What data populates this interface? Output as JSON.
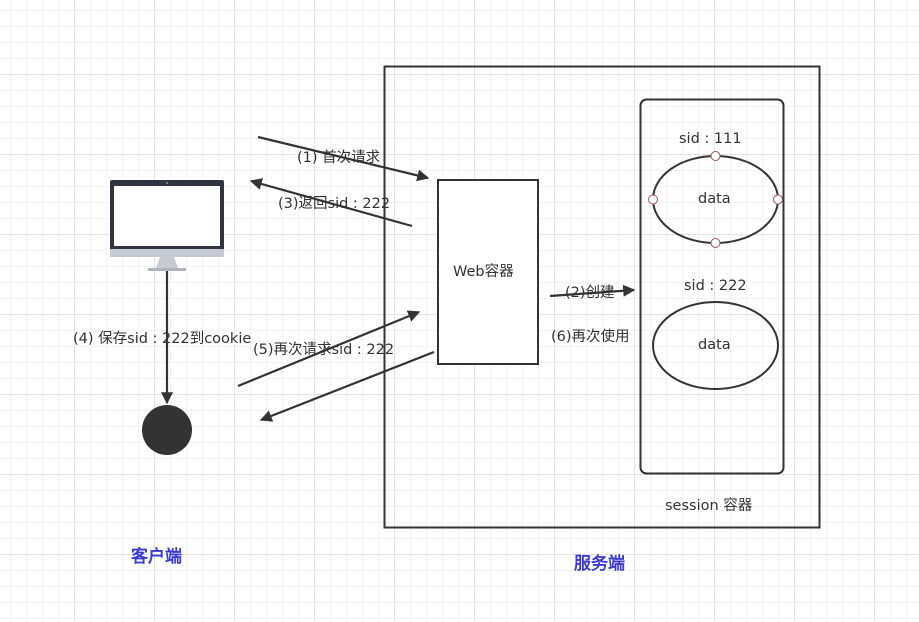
{
  "colors": {
    "stroke": "#333333",
    "title": "#3b3bd6",
    "handle_fill": "#ffffff",
    "handle_stroke": "#a0505a",
    "monitor_frame": "#2f3440",
    "monitor_stand": "#c6cbd3"
  },
  "icons": {
    "client_computer": "monitor-icon",
    "client_storage": "cookie-storage-dot-icon"
  },
  "labels": {
    "step1": "(1) 首次请求",
    "step3": "(3)返回sid : 222",
    "step4": "(4) 保存sid : 222到cookie",
    "step5": "(5)再次请求sid : 222",
    "step2": "(2)创建",
    "step6": "(6)再次使用"
  },
  "web_container": {
    "label": "Web容器"
  },
  "session_container": {
    "label": "session 容器",
    "sessions": [
      {
        "sid_label": "sid : 111",
        "data_label": "data"
      },
      {
        "sid_label": "sid : 222",
        "data_label": "data"
      }
    ]
  },
  "titles": {
    "client": "客户端",
    "server": "服务端"
  }
}
